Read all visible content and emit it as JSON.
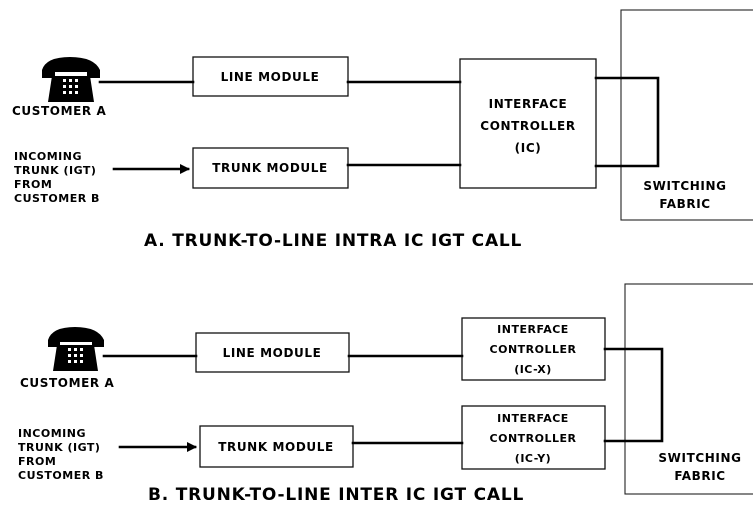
{
  "panel_a": {
    "customer_a": "CUSTOMER A",
    "line_module": "LINE MODULE",
    "trunk_module": "TRUNK MODULE",
    "incoming": [
      "INCOMING",
      "TRUNK (IGT)",
      "FROM",
      "CUSTOMER B"
    ],
    "ic": [
      "INTERFACE",
      "CONTROLLER",
      "(IC)"
    ],
    "fabric": [
      "SWITCHING",
      "FABRIC"
    ],
    "caption": "A. TRUNK-TO-LINE INTRA IC IGT CALL"
  },
  "panel_b": {
    "customer_a": "CUSTOMER A",
    "line_module": "LINE MODULE",
    "trunk_module": "TRUNK MODULE",
    "incoming": [
      "INCOMING",
      "TRUNK (IGT)",
      "FROM",
      "CUSTOMER B"
    ],
    "ic_x": [
      "INTERFACE",
      "CONTROLLER",
      "(IC-X)"
    ],
    "ic_y": [
      "INTERFACE",
      "CONTROLLER",
      "(IC-Y)"
    ],
    "fabric": [
      "SWITCHING",
      "FABRIC"
    ],
    "caption": "B. TRUNK-TO-LINE INTER IC IGT CALL"
  }
}
